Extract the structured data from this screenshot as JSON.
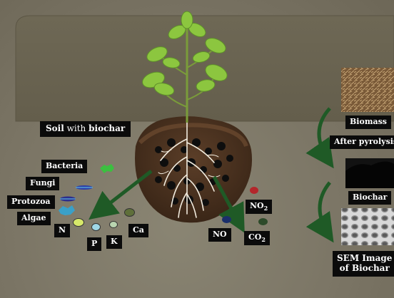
{
  "soil_label_a": "Soil",
  "soil_label_b": "with",
  "soil_label_c": "biochar",
  "organisms": {
    "bacteria": "Bacteria",
    "fungi": "Fungi",
    "protozoa": "Protozoa",
    "algae": "Algae"
  },
  "nutrients": {
    "n": "N",
    "p": "P",
    "k": "K",
    "ca": "Ca"
  },
  "gases": {
    "no": "NO",
    "no2_base": "NO",
    "no2_sub": "2",
    "co2_base": "CO",
    "co2_sub": "2"
  },
  "process": {
    "biomass": "Biomass",
    "after_pyrolysis": "After pyrolysis",
    "biochar": "Biochar",
    "sem_line1": "SEM Image",
    "sem_line2": "of Biochar"
  },
  "colors": {
    "background": "#7b7565",
    "panel": "#6a6452",
    "label_bg": "#0b0b0b",
    "arrow_green": "#1f6b2a",
    "leaf": "#8cc63f",
    "soil": "#4a3322",
    "biochar": "#111111"
  }
}
